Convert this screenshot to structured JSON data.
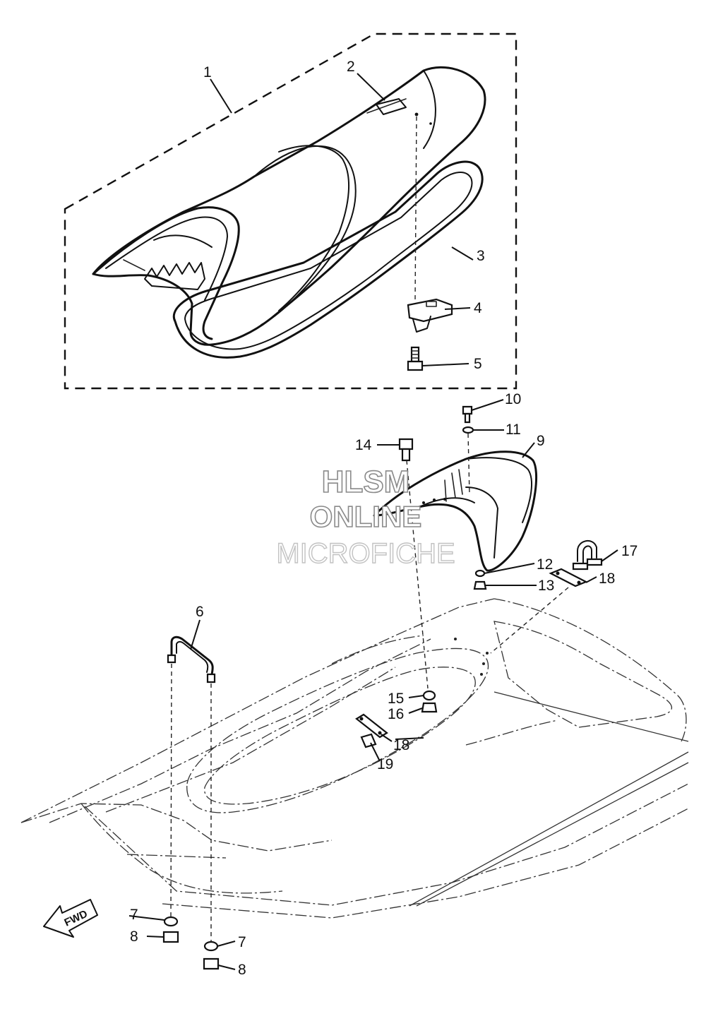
{
  "diagram": {
    "callouts": [
      {
        "id": "c1",
        "text": "1"
      },
      {
        "id": "c2",
        "text": "2"
      },
      {
        "id": "c3",
        "text": "3"
      },
      {
        "id": "c4",
        "text": "4"
      },
      {
        "id": "c5",
        "text": "5"
      },
      {
        "id": "c6",
        "text": "6"
      },
      {
        "id": "c7a",
        "text": "7"
      },
      {
        "id": "c7b",
        "text": "7"
      },
      {
        "id": "c8a",
        "text": "8"
      },
      {
        "id": "c8b",
        "text": "8"
      },
      {
        "id": "c9",
        "text": "9"
      },
      {
        "id": "c10",
        "text": "10"
      },
      {
        "id": "c11",
        "text": "11"
      },
      {
        "id": "c12",
        "text": "12"
      },
      {
        "id": "c13",
        "text": "13"
      },
      {
        "id": "c14",
        "text": "14"
      },
      {
        "id": "c15",
        "text": "15"
      },
      {
        "id": "c16",
        "text": "16"
      },
      {
        "id": "c17",
        "text": "17"
      },
      {
        "id": "c18a",
        "text": "18"
      },
      {
        "id": "c18b",
        "text": "18"
      },
      {
        "id": "c19",
        "text": "19"
      }
    ],
    "fwd_label": "FWD"
  },
  "watermark": {
    "line1": "HLSM",
    "line2": "ONLINE",
    "line3": "MICROFICHE"
  }
}
